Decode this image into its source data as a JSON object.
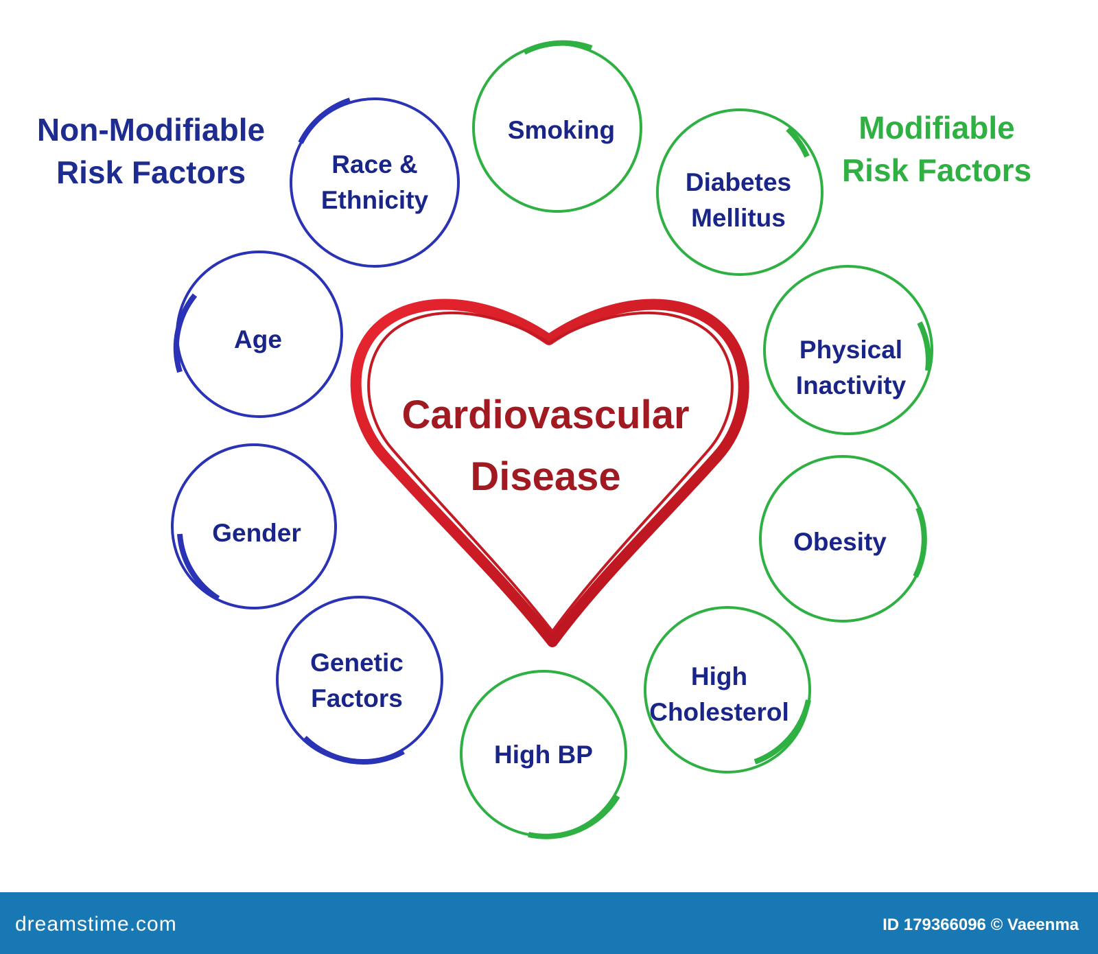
{
  "diagram": {
    "center": "Cardiovascular\nDisease",
    "non_modifiable": {
      "title": "Non-Modifiable\nRisk Factors",
      "color": "#1f2c8f",
      "factors": [
        "Race &\nEthnicity",
        "Age",
        "Gender",
        "Genetic\nFactors"
      ]
    },
    "modifiable": {
      "title": "Modifiable\nRisk Factors",
      "color": "#2fb043",
      "factors": [
        "Smoking",
        "Diabetes\nMellitus",
        "Physical\nInactivity",
        "Obesity",
        "High\nCholesterol",
        "High BP"
      ]
    },
    "heart_color": "#d8202a"
  },
  "footer": {
    "logo": "dreamstime.com",
    "id_text": "ID 179366096 © Vaeenma"
  }
}
